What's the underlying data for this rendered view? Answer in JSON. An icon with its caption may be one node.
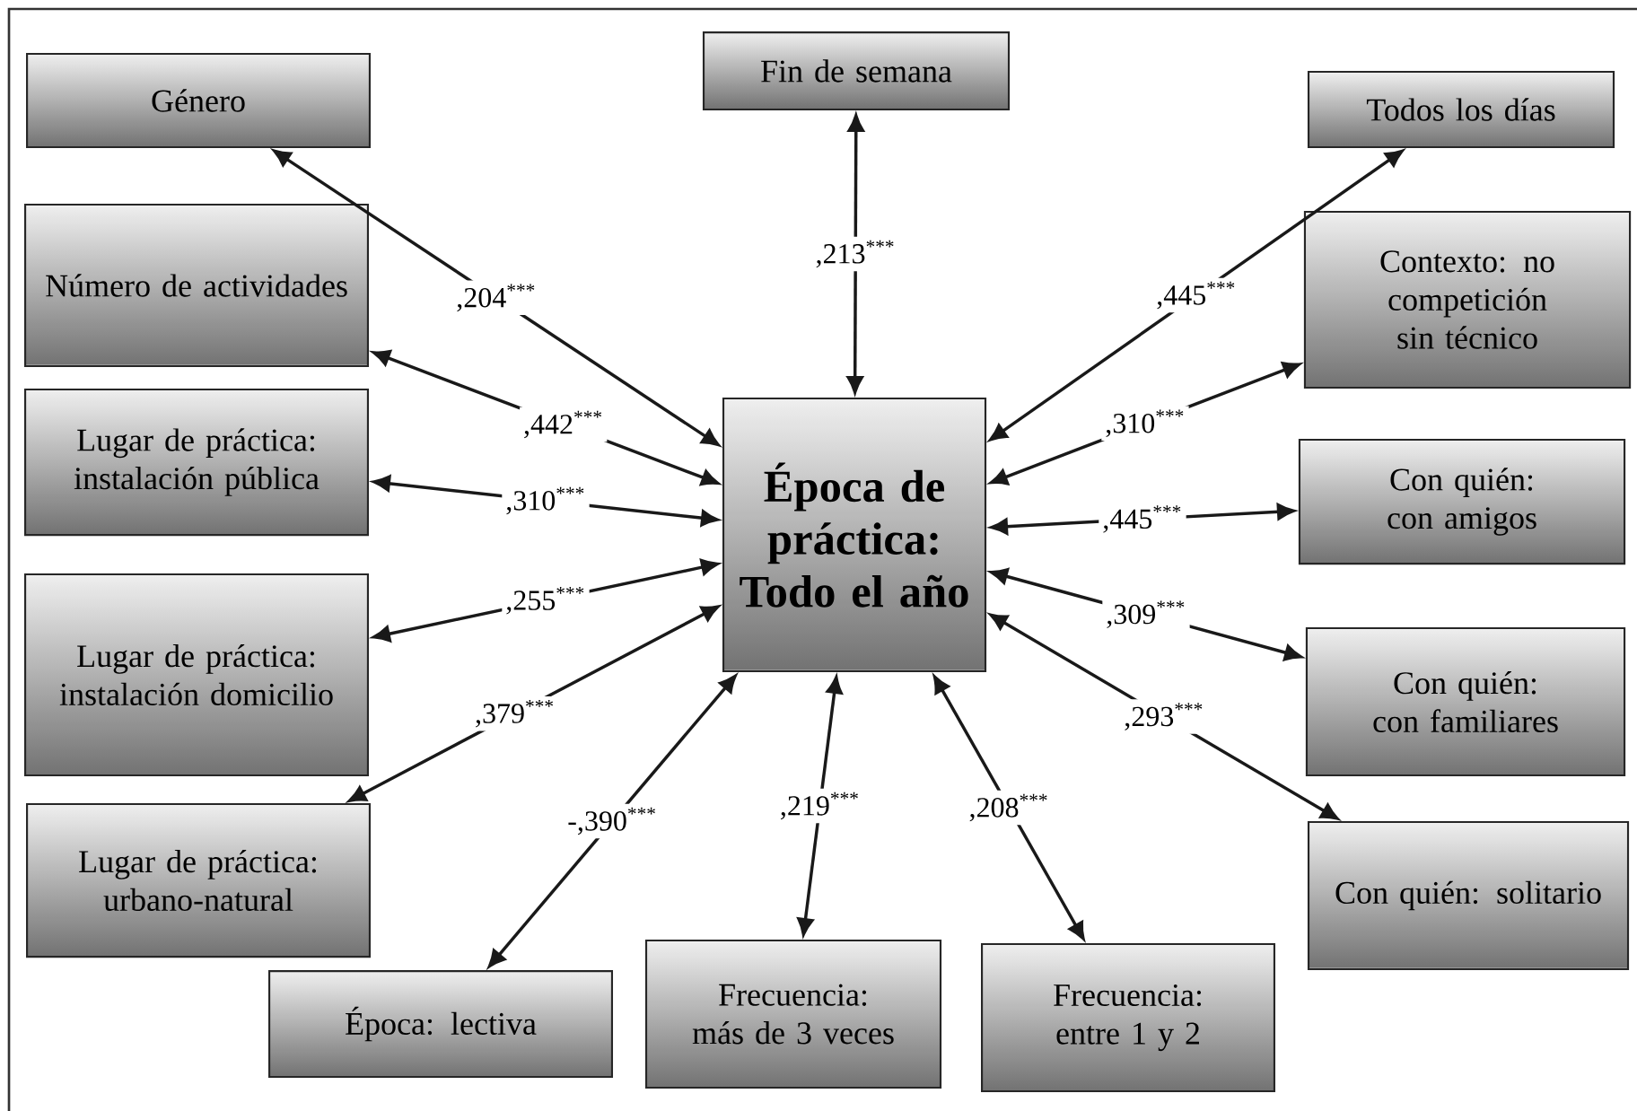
{
  "diagram": {
    "nodes": [
      {
        "text": [
          "Época de práctica: Todo el año"
        ]
      },
      {
        "text": [
          "Género"
        ]
      },
      {
        "text": [
          "Fin de semana"
        ]
      },
      {
        "text": [
          "Todos los días"
        ]
      },
      {
        "text": [
          "Número de actividades"
        ]
      },
      {
        "text": [
          "Contexto: no competición sin técnico"
        ]
      },
      {
        "text": [
          "Lugar de práctica: instalación pública"
        ]
      },
      {
        "text": [
          "Con quién: con amigos"
        ]
      },
      {
        "text": [
          "Lugar de práctica: instalación domicilio"
        ]
      },
      {
        "text": [
          "Con quién: con familiares"
        ]
      },
      {
        "text": [
          "Lugar de práctica: urbano-natural"
        ]
      },
      {
        "text": [
          "Con quién: solitario"
        ]
      },
      {
        "text": [
          "Época: lectiva"
        ]
      },
      {
        "text": [
          "Frecuencia: más de 3 veces"
        ]
      },
      {
        "text": [
          "Frecuencia: entre 1 y 2"
        ]
      }
    ],
    "edges": [
      {
        "from": 1,
        "to": 0,
        "arrow": "both",
        "label": ",204$^{***}$"
      },
      {
        "from": 2,
        "to": 0,
        "arrow": "both",
        "label": ",213$^{***}$"
      },
      {
        "from": 3,
        "to": 0,
        "arrow": "both",
        "label": ",445$^{***}$"
      },
      {
        "from": 4,
        "to": 0,
        "arrow": "both",
        "label": ",442$^{***}$"
      },
      {
        "from": 5,
        "to": 0,
        "arrow": "both",
        "label": ",310$^{***}$"
      },
      {
        "from": 6,
        "to": 0,
        "arrow": "both",
        "label": ",310$^{***}$"
      },
      {
        "from": 7,
        "to": 0,
        "arrow": "both",
        "label": ",445$^{***}$"
      },
      {
        "from": 8,
        "to": 0,
        "arrow": "both",
        "label": ",255$^{***}$"
      },
      {
        "from": 9,
        "to": 0,
        "arrow": "both",
        "label": ",309$^{***}$"
      },
      {
        "from": 10,
        "to": 0,
        "arrow": "both",
        "label": ",379$^{***}$"
      },
      {
        "from": 11,
        "to": 0,
        "arrow": "both",
        "label": ",293$^{***}$"
      },
      {
        "from": 12,
        "to": 0,
        "arrow": "both",
        "label": "-,390$^{***}$"
      },
      {
        "from": 13,
        "to": 0,
        "arrow": "both",
        "label": ",219$^{***}$"
      },
      {
        "from": 14,
        "to": 0,
        "arrow": "both",
        "label": ",208$^{***}$"
      }
    ]
  }
}
